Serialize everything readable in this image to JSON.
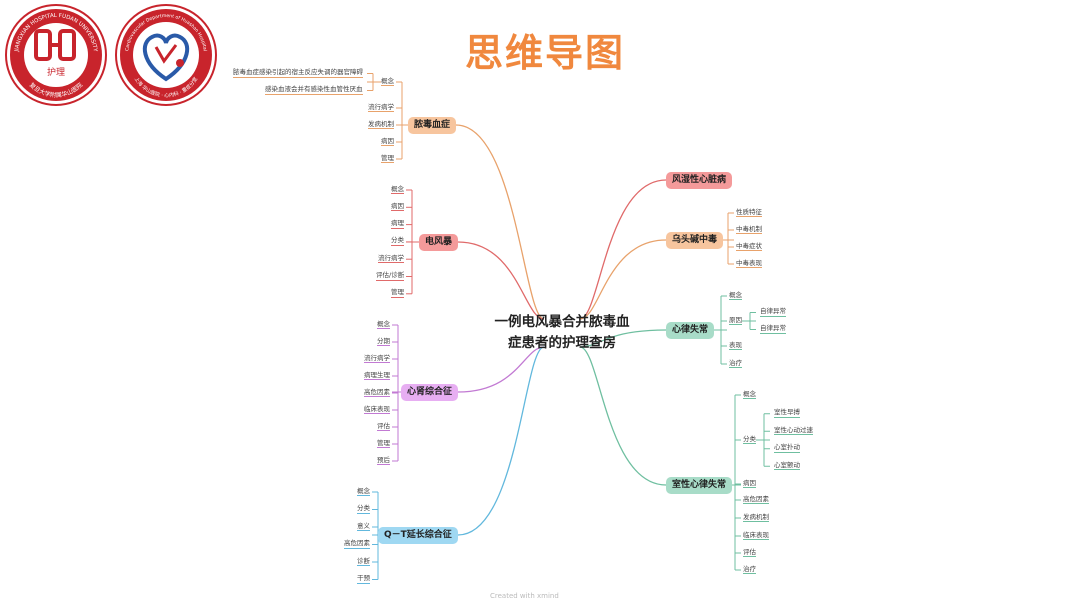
{
  "title": "思维导图",
  "center": [
    "一例电风暴合并脓毒血",
    "症患者的护理查房"
  ],
  "left_logo": {
    "ring_top": "JIANGXIAN HOSPITAL FUDAN UNIVERSITY",
    "ring_bottom": "复旦大学附属华山医院",
    "center_text": "护理"
  },
  "right_logo": {
    "ring_top": "Cardiovascular Department of Huashan Hospital",
    "ring_bottom": "上海 华山医院 · 心内科 · 重症分室"
  },
  "branches": [
    {
      "label": "脓毒血症",
      "side": "left",
      "color": "#f7c59e",
      "leaf_color": "#e8a26b",
      "leaves": [
        {
          "label": "概念",
          "sub": [
            "脓毒血症感染引起的宿主反应失调的器官障碍",
            "感染血液会并有感染性血管性厌血"
          ]
        },
        {
          "label": "流行病学"
        },
        {
          "label": "发病机制"
        },
        {
          "label": "病因"
        },
        {
          "label": "管理"
        }
      ]
    },
    {
      "label": "电风暴",
      "side": "left",
      "color": "#f49a9a",
      "leaf_color": "#e06a6a",
      "leaves": [
        {
          "label": "概念"
        },
        {
          "label": "病因"
        },
        {
          "label": "病理"
        },
        {
          "label": "分类"
        },
        {
          "label": "流行病学"
        },
        {
          "label": "评估/诊断"
        },
        {
          "label": "管理"
        }
      ]
    },
    {
      "label": "心肾综合征",
      "side": "left",
      "color": "#e7aef2",
      "leaf_color": "#c27ad3",
      "leaves": [
        {
          "label": "概念"
        },
        {
          "label": "分期"
        },
        {
          "label": "流行病学"
        },
        {
          "label": "病理生理"
        },
        {
          "label": "高危因素"
        },
        {
          "label": "临床表现"
        },
        {
          "label": "评估"
        },
        {
          "label": "管理"
        },
        {
          "label": "预后"
        }
      ]
    },
    {
      "label": "Q－T延长综合征",
      "side": "left",
      "color": "#9fd8f2",
      "leaf_color": "#62b8dd",
      "leaves": [
        {
          "label": "概念"
        },
        {
          "label": "分类"
        },
        {
          "label": "意义"
        },
        {
          "label": "高危因素"
        },
        {
          "label": "诊断"
        },
        {
          "label": "干预"
        }
      ]
    },
    {
      "label": "风湿性心脏病",
      "side": "right",
      "color": "#f49a9a",
      "leaf_color": "#e06a6a",
      "leaves": []
    },
    {
      "label": "乌头碱中毒",
      "side": "right",
      "color": "#f7c59e",
      "leaf_color": "#e8a26b",
      "leaves": [
        {
          "label": "性质特征"
        },
        {
          "label": "中毒机制"
        },
        {
          "label": "中毒症状"
        },
        {
          "label": "中毒表现"
        }
      ]
    },
    {
      "label": "心律失常",
      "side": "right",
      "color": "#a8dcc8",
      "leaf_color": "#6fbfa0",
      "leaves": [
        {
          "label": "概念"
        },
        {
          "label": "原因",
          "sub": [
            "自律异常",
            "自律异常"
          ]
        },
        {
          "label": "表现"
        },
        {
          "label": "治疗"
        }
      ]
    },
    {
      "label": "室性心律失常",
      "side": "right",
      "color": "#a8dcc8",
      "leaf_color": "#6fbfa0",
      "leaves": [
        {
          "label": "概念"
        },
        {
          "label": "分类",
          "sub": [
            "室性早搏",
            "室性心动过速",
            "心室扑动",
            "心室颤动"
          ]
        },
        {
          "label": "病因"
        },
        {
          "label": "高危因素"
        },
        {
          "label": "发病机制"
        },
        {
          "label": "临床表现"
        },
        {
          "label": "评估"
        },
        {
          "label": "治疗"
        }
      ]
    }
  ],
  "watermark": "Created with xmind"
}
